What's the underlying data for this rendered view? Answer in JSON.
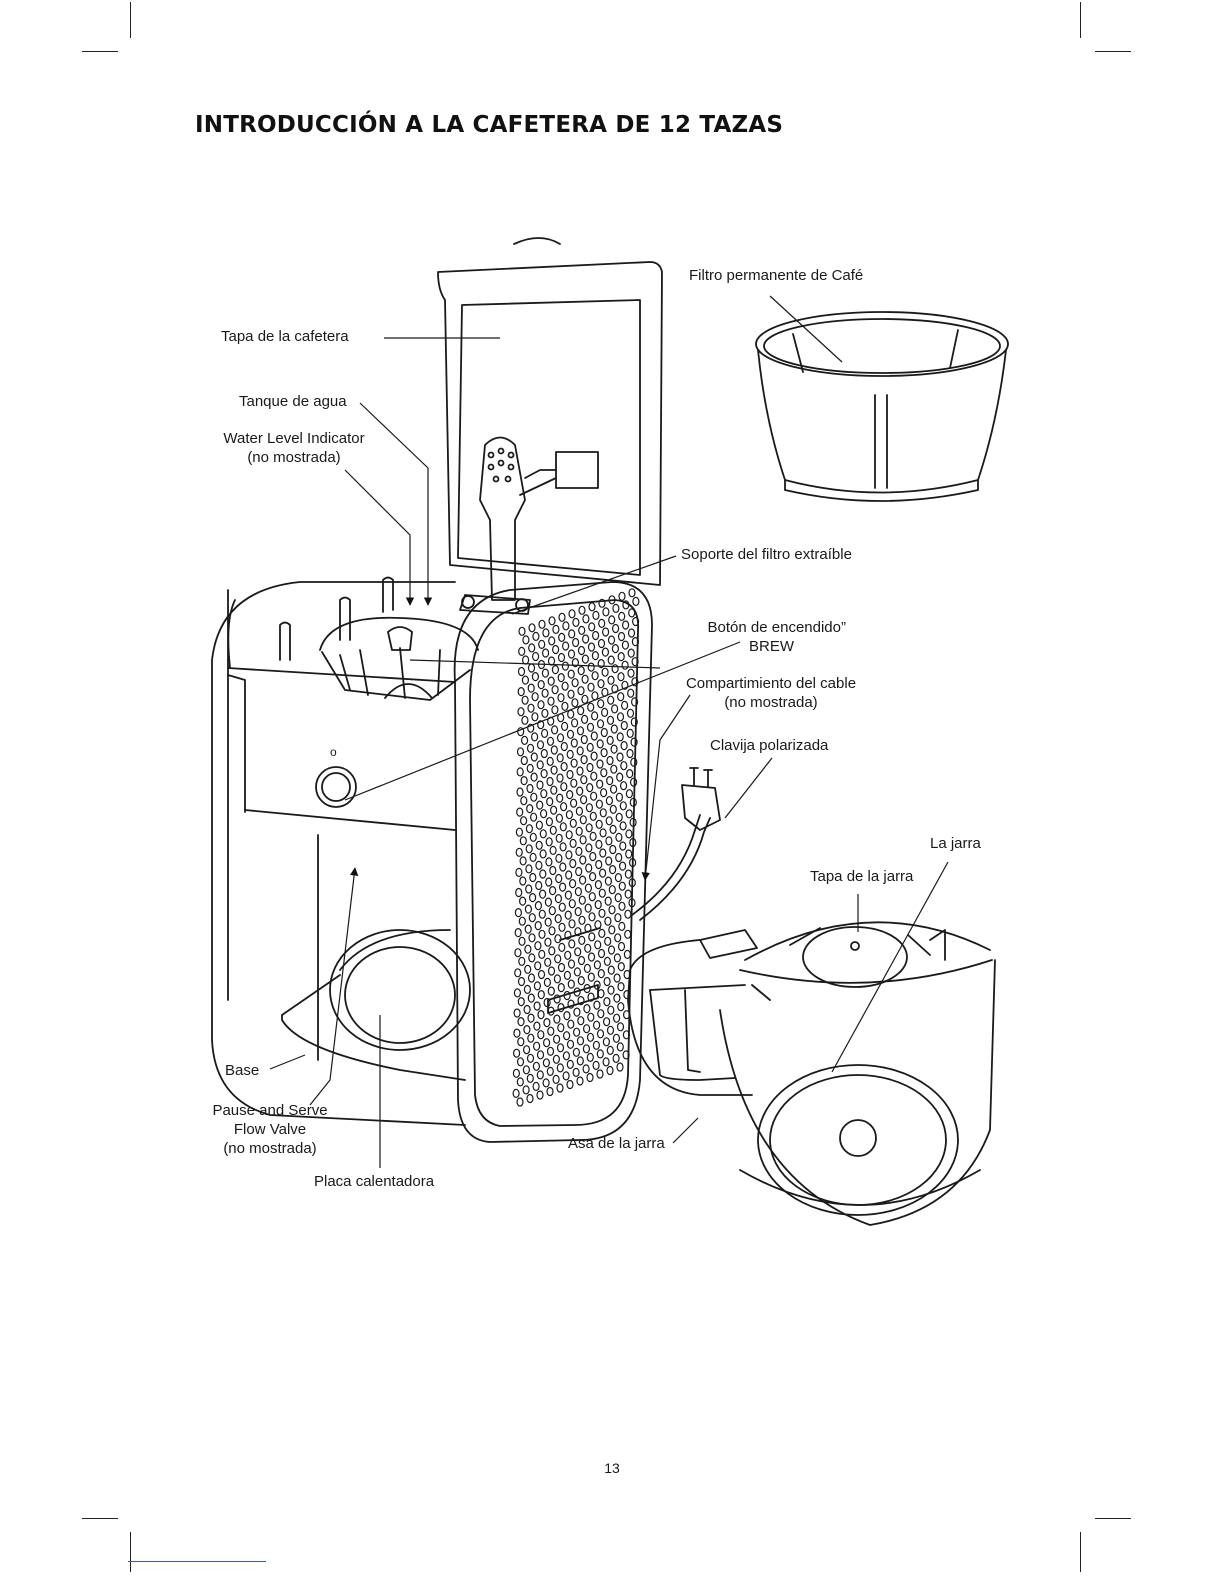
{
  "title": "INTRODUCCIÓN A LA CAFETERA DE 12 TAZAS",
  "labels": {
    "tapa_cafetera": "Tapa de la cafetera",
    "tanque_agua": "Tanque de agua",
    "water_level_1": "Water Level Indicator",
    "water_level_2": "(no mostrada)",
    "filtro_permanente": "Filtro permanente de Café",
    "soporte_filtro": "Soporte del filtro extraíble",
    "boton_1": "Botón de encendido”",
    "boton_2": "BREW",
    "compartimiento_1": "Compartimiento del cable",
    "compartimiento_2": "(no mostrada)",
    "clavija": "Clavija polarizada",
    "la_jarra": "La jarra",
    "tapa_jarra": "Tapa de la jarra",
    "base": "Base",
    "pause_1": "Pause and Serve",
    "pause_2": "Flow Valve",
    "pause_3": "(no mostrada)",
    "placa": "Placa calentadora",
    "asa_jarra": "Asa de la jarra",
    "power_mark": "o"
  },
  "page_number": "13"
}
